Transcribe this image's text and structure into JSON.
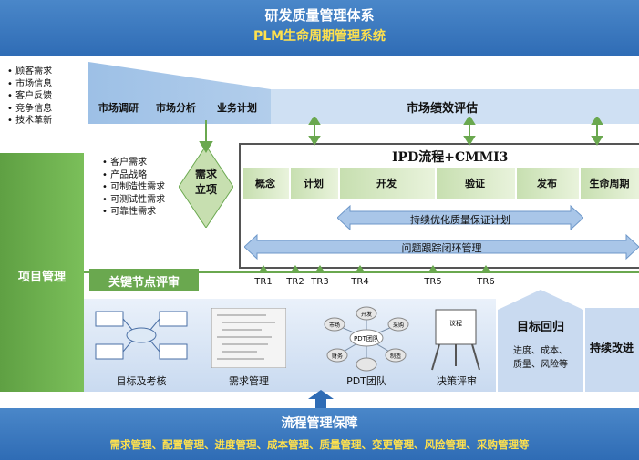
{
  "header": {
    "title": "研发质量管理体系",
    "subtitle": "PLM生命周期管理系统"
  },
  "market": {
    "inputs": [
      "顾客需求",
      "市场信息",
      "客户反馈",
      "竞争信息",
      "技术革新"
    ],
    "stages": [
      "市场调研",
      "市场分析",
      "业务计划"
    ],
    "performance": "市场绩效评估"
  },
  "ipd": {
    "title": "IPD流程+CMMI3",
    "decision": "需求\n立项",
    "requirements": [
      "客户需求",
      "产品战略",
      "可制造性需求",
      "可测试性需求",
      "可靠性需求"
    ],
    "phases": [
      "概念",
      "计划",
      "开发",
      "验证",
      "发布",
      "生命周期"
    ],
    "qa_plan": "持续优化质量保证计划",
    "issue_loop": "问题跟踪闭环管理"
  },
  "project_mgmt": "项目管理",
  "review": {
    "label": "关键节点评审",
    "tr": [
      "TR1",
      "TR2",
      "TR3",
      "TR4",
      "TR5",
      "TR6"
    ]
  },
  "bottom_items": [
    {
      "name": "目标及考核"
    },
    {
      "name": "需求管理"
    },
    {
      "name": "PDT团队"
    },
    {
      "name": "决策评审"
    }
  ],
  "pdt_nodes": [
    "开发",
    "采购",
    "制造",
    "财务",
    "市场",
    "PDT团队"
  ],
  "decision_board": "议程",
  "goal": {
    "title": "目标回归",
    "detail": "进度、成本、\n质量、风险等"
  },
  "improve": "持续改进",
  "footer": {
    "title": "流程管理保障",
    "items": "需求管理、配置管理、进度管理、成本管理、质量管理、变更管理、风险管理、采购管理等"
  },
  "colors": {
    "blue": "#2f6cb5",
    "green": "#6aa84f",
    "yellow": "#ffe14d"
  }
}
